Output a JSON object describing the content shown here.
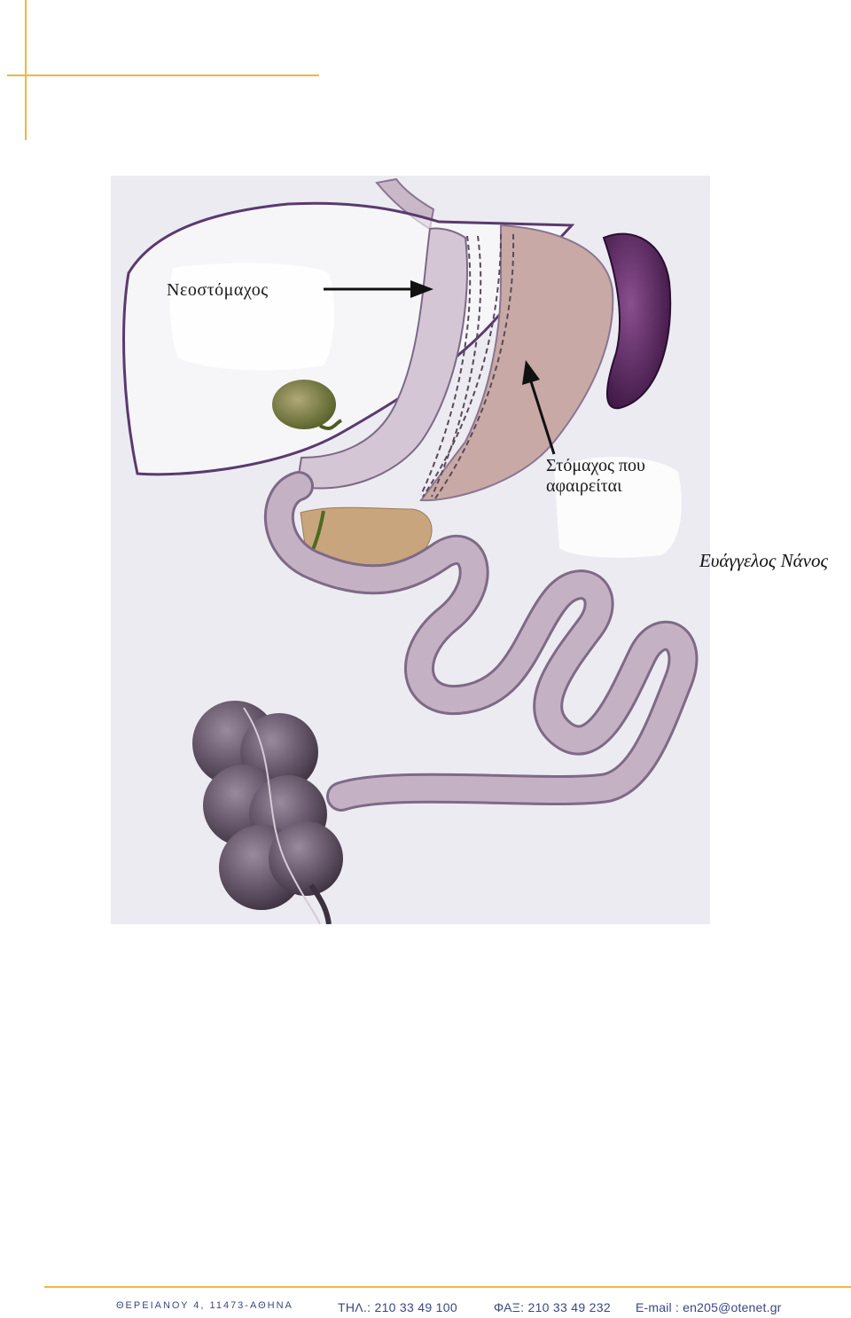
{
  "figure": {
    "label_new_stomach": "Νεοστόμαχος",
    "label_removed_stomach_line1": "Στόμαχος που",
    "label_removed_stomach_line2": "αφαιρείται"
  },
  "author": "Ευάγγελος Νάνος",
  "footer": {
    "address": "ΘΕΡΕΙΑΝΟΥ 4, 11473-ΑΘΗΝΑ",
    "phone": "ΤΗΛ.: 210 33 49 100",
    "fax": "ΦΑΞ: 210 33 49 232",
    "email": "E-mail : en205@otenet.gr"
  },
  "colors": {
    "accent_rule": "#f2b640",
    "footer_text": "#3a4780",
    "liver_outline": "#5a3a6e",
    "intestine": "#b9a3b8",
    "spleen": "#4a1f4f",
    "stomach": "#c9a9a6"
  }
}
